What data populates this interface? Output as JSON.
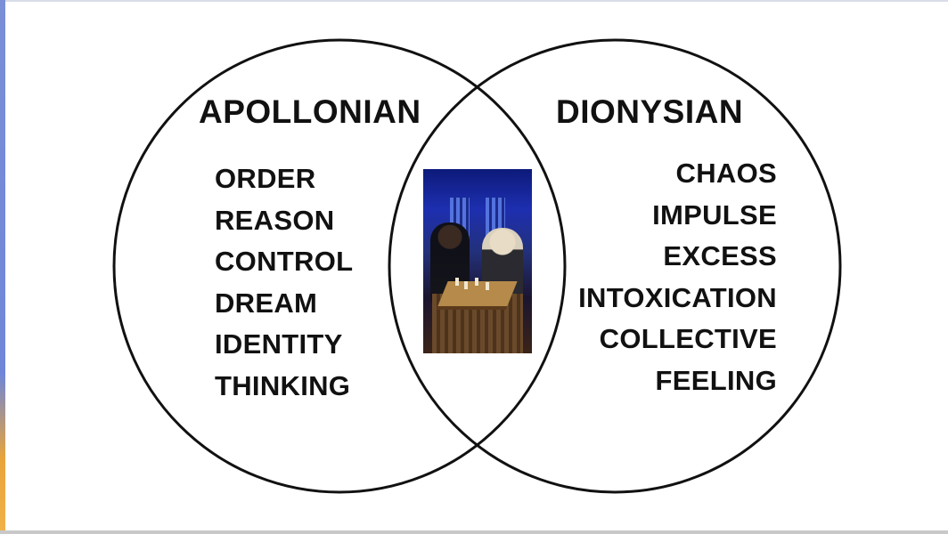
{
  "diagram": {
    "left_set": {
      "title": "APOLLONIAN",
      "items": [
        "ORDER",
        "REASON",
        "CONTROL",
        "DREAM",
        "IDENTITY",
        "THINKING"
      ]
    },
    "right_set": {
      "title": "DIONYSIAN",
      "items": [
        "CHAOS",
        "IMPULSE",
        "EXCESS",
        "INTOXICATION",
        "COLLECTIVE",
        "FEELING"
      ]
    },
    "intersection": {
      "image": "photo-chess-players"
    }
  },
  "colors": {
    "circle_stroke": "#111111",
    "text": "#111111",
    "background": "#ffffff"
  }
}
